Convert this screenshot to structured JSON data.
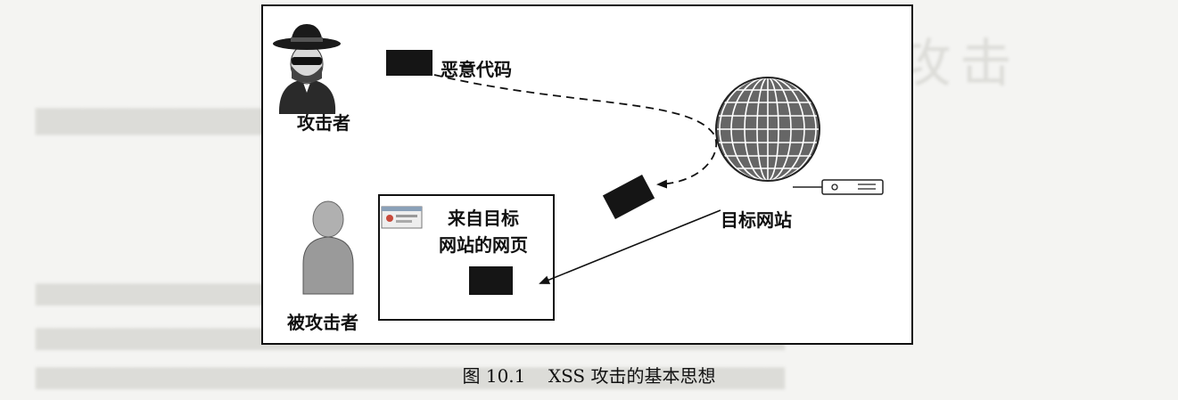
{
  "figure": {
    "labels": {
      "malicious_code": "恶意代码",
      "attacker": "攻击者",
      "target_site": "目标网站",
      "victim": "被攻击者",
      "page_line1": "来自目标",
      "page_line2": "网站的网页"
    },
    "icons": [
      "hacker-icon",
      "globe-icon",
      "user-icon",
      "server-icon",
      "browser-window-icon",
      "code-block"
    ],
    "colors": {
      "frame": "#111111",
      "code_block": "#151515",
      "globe": "#555555"
    }
  },
  "caption": {
    "number": "图 10.1",
    "text": "XSS 攻击的基本思想"
  }
}
